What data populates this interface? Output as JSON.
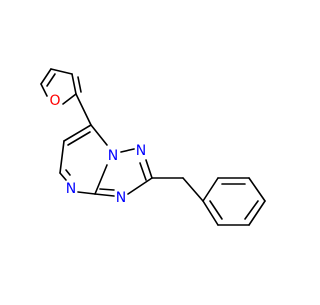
{
  "molecule": {
    "atom_labels": {
      "furan_oxygen": "O",
      "bridgehead_nitrogen": "N",
      "triazole_n2": "N",
      "triazole_n4": "N",
      "pyrimidine_n": "N"
    },
    "colors": {
      "bond": "#000000",
      "oxygen": "#ff0000",
      "nitrogen": "#0000ff"
    }
  }
}
